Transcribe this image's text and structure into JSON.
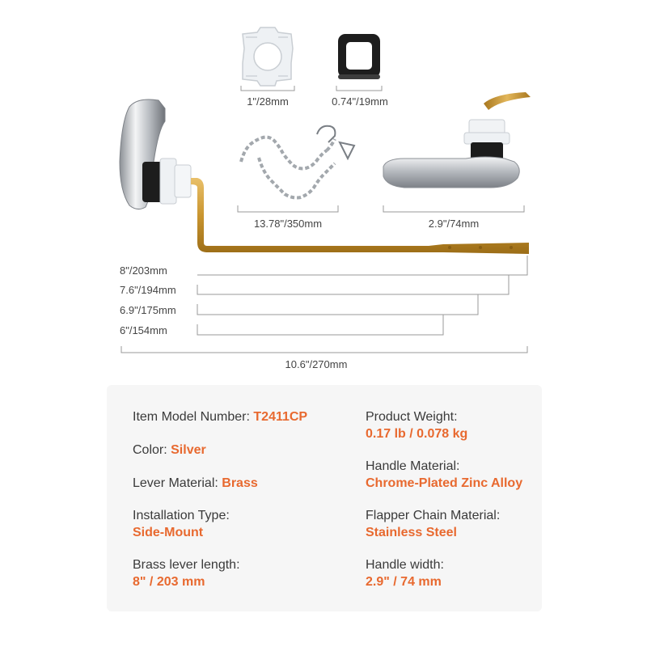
{
  "colors": {
    "accent": "#e8692f",
    "text": "#3a3a3a",
    "dimension_line": "#9a9a9a",
    "brass": "#c9952f",
    "chrome": "#c8ccd1",
    "panel_background": "#f6f6f6"
  },
  "diagram": {
    "parts": {
      "white_nut": "white-mounting-nut",
      "black_washer": "black-rubber-washer",
      "chain": "flapper-chain",
      "handle_side": "chrome-handle-side-view",
      "handle_top": "chrome-handle-top-view",
      "lever": "brass-lever-arm"
    },
    "dimensions": {
      "nut": "1\"/28mm",
      "washer": "0.74\"/19mm",
      "chain": "13.78\"/350mm",
      "handle_width": "2.9\"/74mm",
      "lever_lengths": [
        "8\"/203mm",
        "7.6\"/194mm",
        "6.9\"/175mm",
        "6\"/154mm"
      ],
      "overall": "10.6\"/270mm"
    }
  },
  "specs": {
    "item_model": {
      "label": "Item Model Number: ",
      "value": "T2411CP"
    },
    "color": {
      "label": "Color: ",
      "value": "Silver"
    },
    "lever_material": {
      "label": "Lever Material: ",
      "value": "Brass"
    },
    "installation_type": {
      "label": "Installation Type:",
      "value": "Side-Mount"
    },
    "brass_lever_length": {
      "label": "Brass lever length:",
      "value": "8\" / 203 mm"
    },
    "product_weight": {
      "label": "Product Weight:",
      "value": "0.17 lb / 0.078 kg"
    },
    "handle_material": {
      "label": "Handle Material:",
      "value": "Chrome-Plated Zinc Alloy"
    },
    "flapper_chain_material": {
      "label": "Flapper Chain Material:",
      "value": "Stainless Steel"
    },
    "handle_width": {
      "label": "Handle width:",
      "value": "2.9\" / 74 mm"
    }
  }
}
